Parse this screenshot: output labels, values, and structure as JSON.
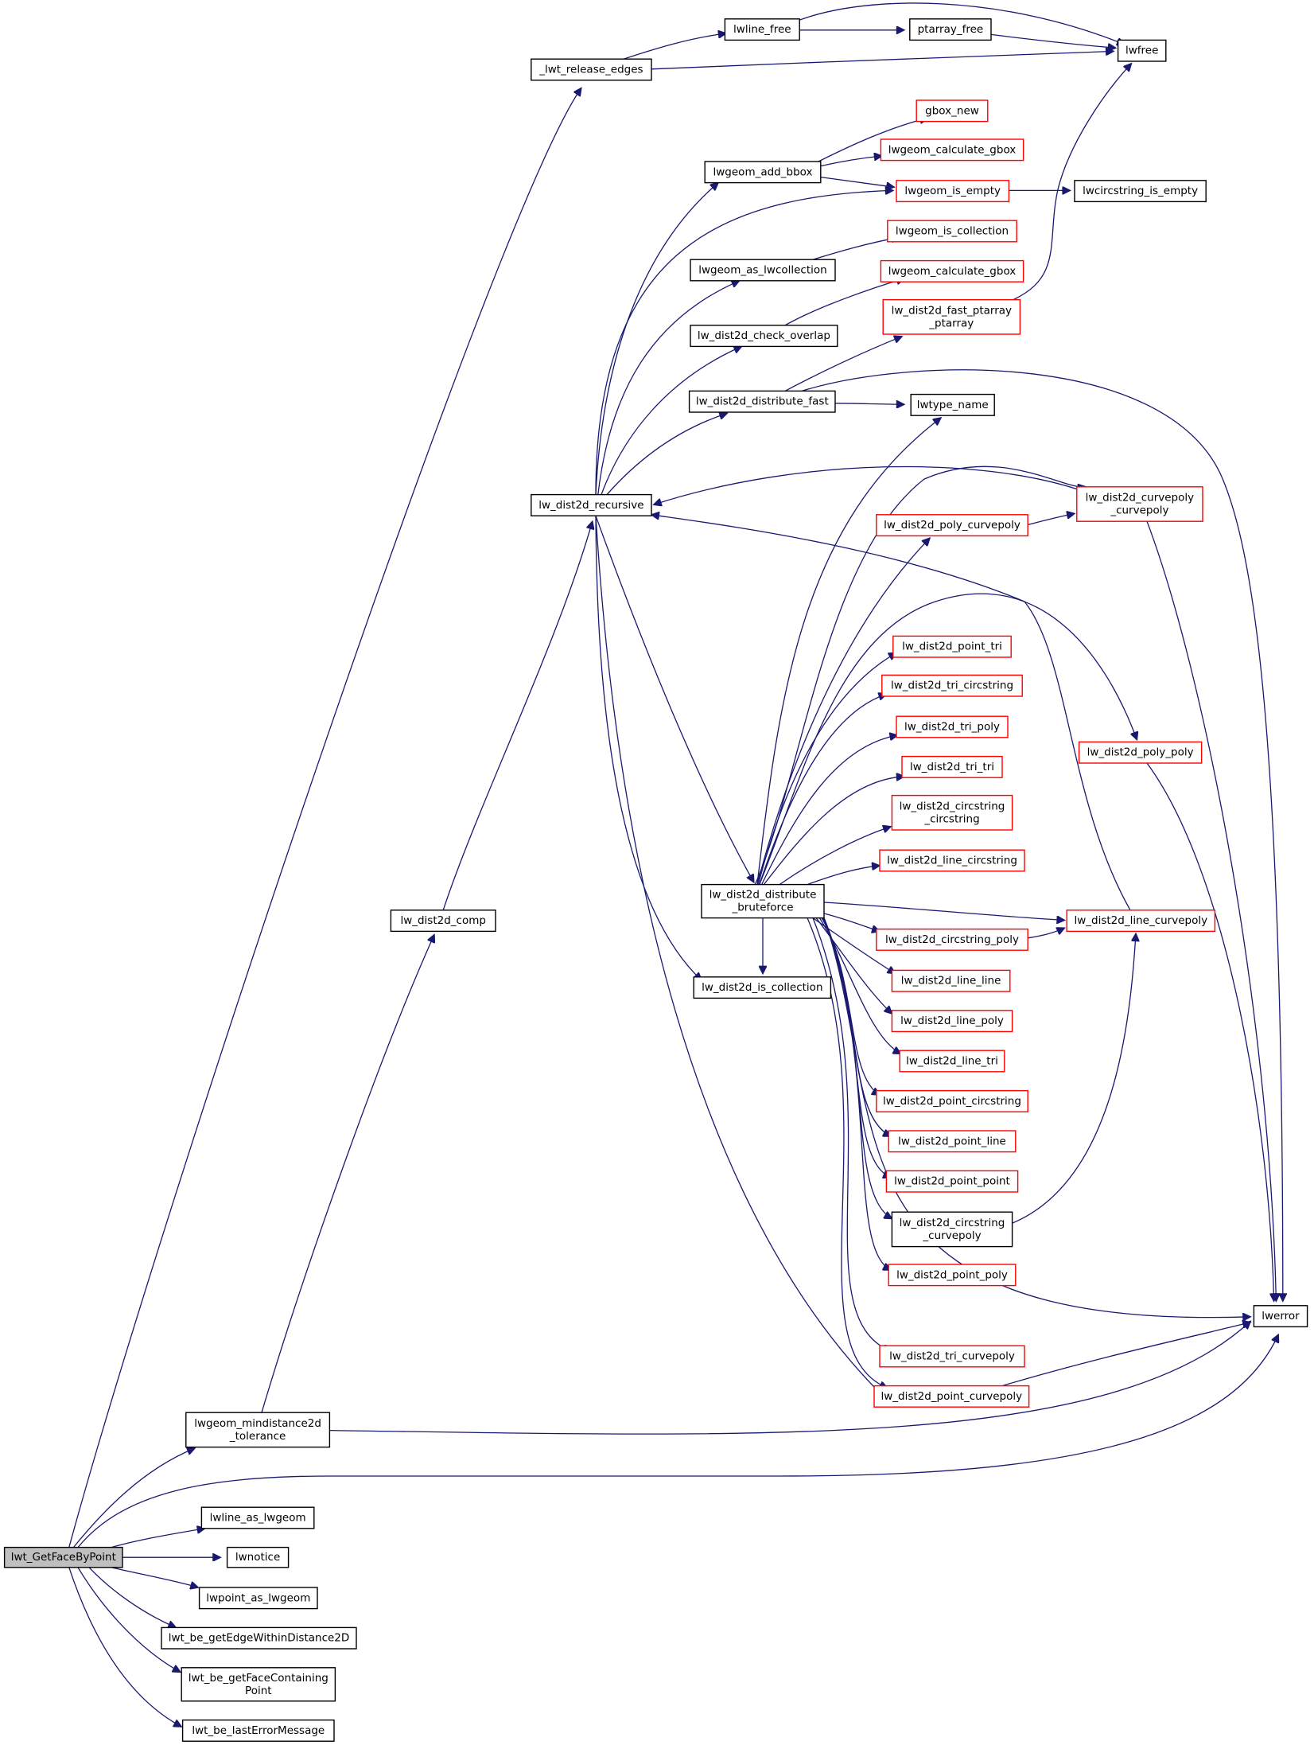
{
  "colors": {
    "edge": "#191970",
    "border_default": "#000000",
    "border_truncated": "#ff0000",
    "fill_default": "#ffffff",
    "fill_root": "#bfbfbf"
  },
  "nodes": [
    {
      "id": "lwt_getfacebypoint",
      "lines": [
        "lwt_GetFaceByPoint"
      ],
      "style": "root"
    },
    {
      "id": "lwt_release_edges",
      "lines": [
        "_lwt_release_edges"
      ],
      "style": "default"
    },
    {
      "id": "lwline_free",
      "lines": [
        "lwline_free"
      ],
      "style": "default"
    },
    {
      "id": "ptarray_free",
      "lines": [
        "ptarray_free"
      ],
      "style": "default"
    },
    {
      "id": "lwfree",
      "lines": [
        "lwfree"
      ],
      "style": "default"
    },
    {
      "id": "gbox_new",
      "lines": [
        "gbox_new"
      ],
      "style": "truncated"
    },
    {
      "id": "lwgeom_calculate_gbox_1",
      "lines": [
        "lwgeom_calculate_gbox"
      ],
      "style": "truncated"
    },
    {
      "id": "lwgeom_add_bbox",
      "lines": [
        "lwgeom_add_bbox"
      ],
      "style": "default"
    },
    {
      "id": "lwgeom_is_empty",
      "lines": [
        "lwgeom_is_empty"
      ],
      "style": "truncated"
    },
    {
      "id": "lwcircstring_is_empty",
      "lines": [
        "lwcircstring_is_empty"
      ],
      "style": "default"
    },
    {
      "id": "lwgeom_is_collection",
      "lines": [
        "lwgeom_is_collection"
      ],
      "style": "truncated"
    },
    {
      "id": "lwgeom_as_lwcollection",
      "lines": [
        "lwgeom_as_lwcollection"
      ],
      "style": "default"
    },
    {
      "id": "lwgeom_calculate_gbox_2",
      "lines": [
        "lwgeom_calculate_gbox"
      ],
      "style": "truncated"
    },
    {
      "id": "lw_dist2d_fast_ptarray",
      "lines": [
        "lw_dist2d_fast_ptarray",
        "_ptarray"
      ],
      "style": "truncated"
    },
    {
      "id": "lw_dist2d_check_overlap",
      "lines": [
        "lw_dist2d_check_overlap"
      ],
      "style": "default"
    },
    {
      "id": "lw_dist2d_distribute_fast",
      "lines": [
        "lw_dist2d_distribute_fast"
      ],
      "style": "default"
    },
    {
      "id": "lwtype_name",
      "lines": [
        "lwtype_name"
      ],
      "style": "default"
    },
    {
      "id": "lw_dist2d_recursive",
      "lines": [
        "lw_dist2d_recursive"
      ],
      "style": "default"
    },
    {
      "id": "lw_dist2d_curvepoly",
      "lines": [
        "lw_dist2d_curvepoly",
        "_curvepoly"
      ],
      "style": "truncated"
    },
    {
      "id": "lw_dist2d_poly_curvepoly",
      "lines": [
        "lw_dist2d_poly_curvepoly"
      ],
      "style": "truncated"
    },
    {
      "id": "lw_dist2d_point_tri",
      "lines": [
        "lw_dist2d_point_tri"
      ],
      "style": "truncated"
    },
    {
      "id": "lw_dist2d_tri_circstring",
      "lines": [
        "lw_dist2d_tri_circstring"
      ],
      "style": "truncated"
    },
    {
      "id": "lw_dist2d_tri_poly",
      "lines": [
        "lw_dist2d_tri_poly"
      ],
      "style": "truncated"
    },
    {
      "id": "lw_dist2d_poly_poly",
      "lines": [
        "lw_dist2d_poly_poly"
      ],
      "style": "truncated"
    },
    {
      "id": "lw_dist2d_tri_tri",
      "lines": [
        "lw_dist2d_tri_tri"
      ],
      "style": "truncated"
    },
    {
      "id": "lw_dist2d_circstring_circstring",
      "lines": [
        "lw_dist2d_circstring",
        "_circstring"
      ],
      "style": "truncated"
    },
    {
      "id": "lw_dist2d_line_circstring",
      "lines": [
        "lw_dist2d_line_circstring"
      ],
      "style": "truncated"
    },
    {
      "id": "lw_dist2d_comp",
      "lines": [
        "lw_dist2d_comp"
      ],
      "style": "default"
    },
    {
      "id": "lw_dist2d_distribute_bruteforce",
      "lines": [
        "lw_dist2d_distribute",
        "_bruteforce"
      ],
      "style": "default"
    },
    {
      "id": "lw_dist2d_line_curvepoly",
      "lines": [
        "lw_dist2d_line_curvepoly"
      ],
      "style": "truncated"
    },
    {
      "id": "lw_dist2d_circstring_poly",
      "lines": [
        "lw_dist2d_circstring_poly"
      ],
      "style": "truncated"
    },
    {
      "id": "lw_dist2d_is_collection",
      "lines": [
        "lw_dist2d_is_collection"
      ],
      "style": "default"
    },
    {
      "id": "lw_dist2d_line_line",
      "lines": [
        "lw_dist2d_line_line"
      ],
      "style": "truncated"
    },
    {
      "id": "lw_dist2d_line_poly",
      "lines": [
        "lw_dist2d_line_poly"
      ],
      "style": "truncated"
    },
    {
      "id": "lw_dist2d_line_tri",
      "lines": [
        "lw_dist2d_line_tri"
      ],
      "style": "truncated"
    },
    {
      "id": "lw_dist2d_point_circstring",
      "lines": [
        "lw_dist2d_point_circstring"
      ],
      "style": "truncated"
    },
    {
      "id": "lw_dist2d_point_line",
      "lines": [
        "lw_dist2d_point_line"
      ],
      "style": "truncated"
    },
    {
      "id": "lw_dist2d_point_point",
      "lines": [
        "lw_dist2d_point_point"
      ],
      "style": "truncated"
    },
    {
      "id": "lw_dist2d_circstring_curvepoly",
      "lines": [
        "lw_dist2d_circstring",
        "_curvepoly"
      ],
      "style": "default"
    },
    {
      "id": "lw_dist2d_point_poly",
      "lines": [
        "lw_dist2d_point_poly"
      ],
      "style": "truncated"
    },
    {
      "id": "lwerror",
      "lines": [
        "lwerror"
      ],
      "style": "default"
    },
    {
      "id": "lw_dist2d_tri_curvepoly",
      "lines": [
        "lw_dist2d_tri_curvepoly"
      ],
      "style": "truncated"
    },
    {
      "id": "lw_dist2d_point_curvepoly",
      "lines": [
        "lw_dist2d_point_curvepoly"
      ],
      "style": "truncated"
    },
    {
      "id": "lwgeom_mindistance2d_tolerance",
      "lines": [
        "lwgeom_mindistance2d",
        "_tolerance"
      ],
      "style": "default"
    },
    {
      "id": "lwline_as_lwgeom",
      "lines": [
        "lwline_as_lwgeom"
      ],
      "style": "default"
    },
    {
      "id": "lwnotice",
      "lines": [
        "lwnotice"
      ],
      "style": "default"
    },
    {
      "id": "lwpoint_as_lwgeom",
      "lines": [
        "lwpoint_as_lwgeom"
      ],
      "style": "default"
    },
    {
      "id": "lwt_be_getedgewithindistance2d",
      "lines": [
        "lwt_be_getEdgeWithinDistance2D"
      ],
      "style": "default"
    },
    {
      "id": "lwt_be_getfacecontainingpoint",
      "lines": [
        "lwt_be_getFaceContaining",
        "Point"
      ],
      "style": "default"
    },
    {
      "id": "lwt_be_lasterrormessage",
      "lines": [
        "lwt_be_lastErrorMessage"
      ],
      "style": "default"
    }
  ],
  "edges": [
    [
      "lwt_getfacebypoint",
      "lwt_release_edges"
    ],
    [
      "lwt_getfacebypoint",
      "lwgeom_mindistance2d_tolerance"
    ],
    [
      "lwt_getfacebypoint",
      "lwerror"
    ],
    [
      "lwt_getfacebypoint",
      "lwline_as_lwgeom"
    ],
    [
      "lwt_getfacebypoint",
      "lwnotice"
    ],
    [
      "lwt_getfacebypoint",
      "lwpoint_as_lwgeom"
    ],
    [
      "lwt_getfacebypoint",
      "lwt_be_getedgewithindistance2d"
    ],
    [
      "lwt_getfacebypoint",
      "lwt_be_getfacecontainingpoint"
    ],
    [
      "lwt_getfacebypoint",
      "lwt_be_lasterrormessage"
    ],
    [
      "lwt_release_edges",
      "lwline_free"
    ],
    [
      "lwt_release_edges",
      "lwfree"
    ],
    [
      "lwline_free",
      "ptarray_free"
    ],
    [
      "lwline_free",
      "lwfree"
    ],
    [
      "ptarray_free",
      "lwfree"
    ],
    [
      "lwgeom_add_bbox",
      "gbox_new"
    ],
    [
      "lwgeom_add_bbox",
      "lwgeom_calculate_gbox_1"
    ],
    [
      "lwgeom_add_bbox",
      "lwgeom_is_empty"
    ],
    [
      "lwgeom_is_empty",
      "lwcircstring_is_empty"
    ],
    [
      "lwgeom_as_lwcollection",
      "lwgeom_is_collection"
    ],
    [
      "lw_dist2d_check_overlap",
      "lwgeom_calculate_gbox_2"
    ],
    [
      "lw_dist2d_fast_ptarray",
      "lwfree"
    ],
    [
      "lw_dist2d_distribute_fast",
      "lw_dist2d_fast_ptarray"
    ],
    [
      "lw_dist2d_distribute_fast",
      "lwtype_name"
    ],
    [
      "lw_dist2d_distribute_fast",
      "lwerror"
    ],
    [
      "lw_dist2d_recursive",
      "lwgeom_add_bbox"
    ],
    [
      "lw_dist2d_recursive",
      "lwgeom_is_empty"
    ],
    [
      "lw_dist2d_recursive",
      "lwgeom_as_lwcollection"
    ],
    [
      "lw_dist2d_recursive",
      "lw_dist2d_check_overlap"
    ],
    [
      "lw_dist2d_recursive",
      "lw_dist2d_distribute_fast"
    ],
    [
      "lw_dist2d_recursive",
      "lw_dist2d_distribute_bruteforce"
    ],
    [
      "lw_dist2d_recursive",
      "lw_dist2d_is_collection"
    ],
    [
      "lw_dist2d_recursive",
      "lw_dist2d_point_curvepoly"
    ],
    [
      "lw_dist2d_comp",
      "lw_dist2d_recursive"
    ],
    [
      "lwgeom_mindistance2d_tolerance",
      "lw_dist2d_comp"
    ],
    [
      "lwgeom_mindistance2d_tolerance",
      "lwerror"
    ],
    [
      "lw_dist2d_curvepoly",
      "lw_dist2d_recursive"
    ],
    [
      "lw_dist2d_curvepoly",
      "lwerror"
    ],
    [
      "lw_dist2d_poly_curvepoly",
      "lw_dist2d_curvepoly"
    ],
    [
      "lw_dist2d_poly_poly",
      "lwerror"
    ],
    [
      "lw_dist2d_line_curvepoly",
      "lw_dist2d_recursive"
    ],
    [
      "lw_dist2d_circstring_poly",
      "lw_dist2d_line_curvepoly"
    ],
    [
      "lw_dist2d_circstring_curvepoly",
      "lw_dist2d_line_curvepoly"
    ],
    [
      "lw_dist2d_point_curvepoly",
      "lwerror"
    ],
    [
      "lw_dist2d_distribute_bruteforce",
      "lwtype_name"
    ],
    [
      "lw_dist2d_distribute_bruteforce",
      "lw_dist2d_curvepoly"
    ],
    [
      "lw_dist2d_distribute_bruteforce",
      "lw_dist2d_poly_curvepoly"
    ],
    [
      "lw_dist2d_distribute_bruteforce",
      "lw_dist2d_poly_poly"
    ],
    [
      "lw_dist2d_distribute_bruteforce",
      "lw_dist2d_point_tri"
    ],
    [
      "lw_dist2d_distribute_bruteforce",
      "lw_dist2d_tri_circstring"
    ],
    [
      "lw_dist2d_distribute_bruteforce",
      "lw_dist2d_tri_poly"
    ],
    [
      "lw_dist2d_distribute_bruteforce",
      "lw_dist2d_tri_tri"
    ],
    [
      "lw_dist2d_distribute_bruteforce",
      "lw_dist2d_circstring_circstring"
    ],
    [
      "lw_dist2d_distribute_bruteforce",
      "lw_dist2d_line_circstring"
    ],
    [
      "lw_dist2d_distribute_bruteforce",
      "lw_dist2d_line_curvepoly"
    ],
    [
      "lw_dist2d_distribute_bruteforce",
      "lw_dist2d_circstring_poly"
    ],
    [
      "lw_dist2d_distribute_bruteforce",
      "lw_dist2d_line_line"
    ],
    [
      "lw_dist2d_distribute_bruteforce",
      "lw_dist2d_line_poly"
    ],
    [
      "lw_dist2d_distribute_bruteforce",
      "lw_dist2d_line_tri"
    ],
    [
      "lw_dist2d_distribute_bruteforce",
      "lw_dist2d_point_circstring"
    ],
    [
      "lw_dist2d_distribute_bruteforce",
      "lw_dist2d_point_line"
    ],
    [
      "lw_dist2d_distribute_bruteforce",
      "lw_dist2d_point_point"
    ],
    [
      "lw_dist2d_distribute_bruteforce",
      "lw_dist2d_circstring_curvepoly"
    ],
    [
      "lw_dist2d_distribute_bruteforce",
      "lw_dist2d_point_poly"
    ],
    [
      "lw_dist2d_distribute_bruteforce",
      "lwerror"
    ],
    [
      "lw_dist2d_distribute_bruteforce",
      "lw_dist2d_tri_curvepoly"
    ],
    [
      "lw_dist2d_distribute_bruteforce",
      "lw_dist2d_point_curvepoly"
    ],
    [
      "lw_dist2d_distribute_bruteforce",
      "lw_dist2d_is_collection"
    ]
  ]
}
